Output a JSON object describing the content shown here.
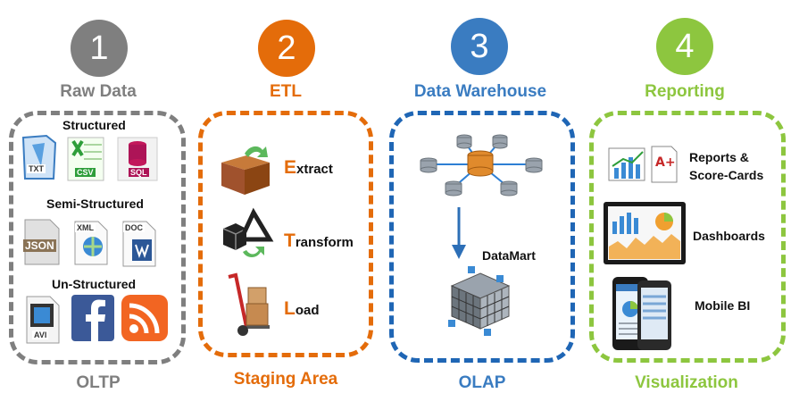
{
  "colors": {
    "gray": "#7f7f7f",
    "orange": "#e46c0a",
    "blue": "#3a7cc1",
    "green": "#8dc63f"
  },
  "stages": [
    {
      "number": "1",
      "title": "Raw Data",
      "footer": "OLTP"
    },
    {
      "number": "2",
      "title": "ETL",
      "footer": "Staging Area"
    },
    {
      "number": "3",
      "title": "Data Warehouse",
      "footer": "OLAP"
    },
    {
      "number": "4",
      "title": "Reporting",
      "footer": "Visualization"
    }
  ],
  "raw_data": {
    "structured": {
      "label": "Structured",
      "files": [
        "TXT",
        "CSV",
        "SQL"
      ]
    },
    "semi_structured": {
      "label": "Semi-Structured",
      "files": [
        "JSON",
        "XML",
        "DOC"
      ]
    },
    "un_structured": {
      "label": "Un-Structured",
      "files": [
        "AVI"
      ]
    }
  },
  "etl": {
    "extract": {
      "cap": "E",
      "rest": "xtract"
    },
    "transform": {
      "cap": "T",
      "rest": "ransform"
    },
    "load": {
      "cap": "L",
      "rest": "oad"
    }
  },
  "warehouse": {
    "datamart_label": "DataMart"
  },
  "reporting": {
    "reports_line1": "Reports &",
    "reports_line2": "Score-Cards",
    "dashboards": "Dashboards",
    "mobile": "Mobile BI"
  }
}
